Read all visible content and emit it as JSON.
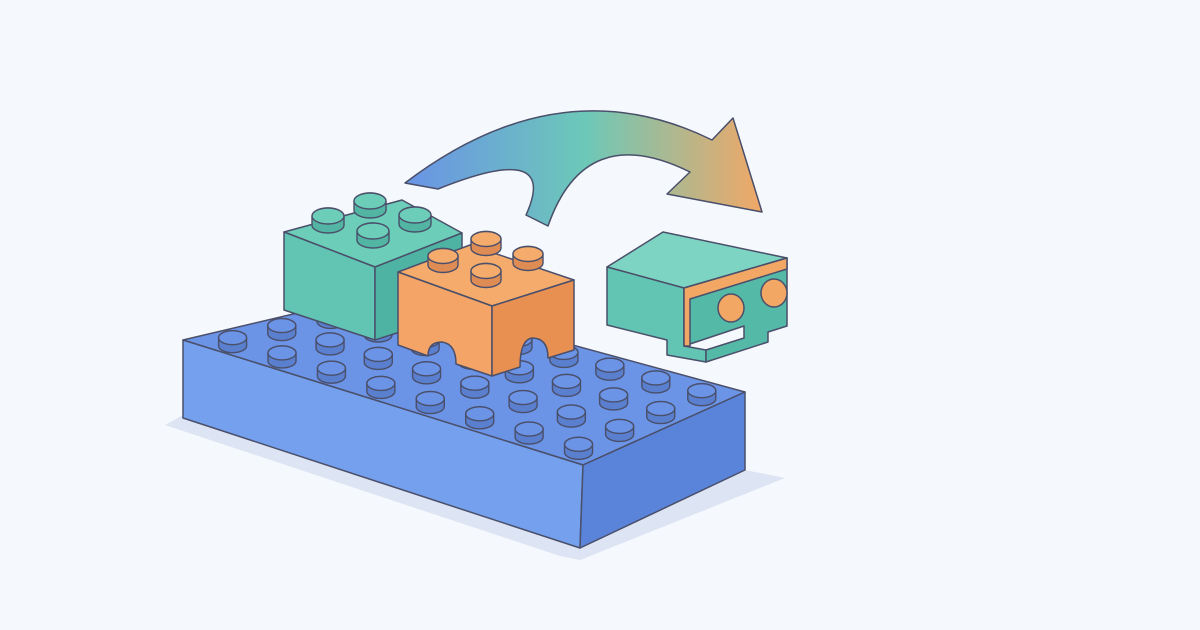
{
  "scene": {
    "background": "#f5f8fc",
    "outline": "#4a4f6a",
    "shadow": "#dde4f4"
  },
  "palette": {
    "blue": {
      "top": "#6b93e6",
      "front": "#74a0ee",
      "side": "#5a84da",
      "stud": "#6b93e6",
      "stud_side": "#5a7fcf"
    },
    "teal": {
      "top": "#6ccdb8",
      "front": "#62c5b4",
      "side": "#4fb3a3",
      "stud": "#6ccdb8",
      "stud_side": "#52b4a3"
    },
    "orange": {
      "top": "#f5ab6c",
      "front": "#f4a466",
      "side": "#e88f52",
      "stud": "#f5ab6c",
      "stud_side": "#de8c54"
    }
  },
  "arrow": {
    "gradient_start": "#6a93e6",
    "gradient_mid": "#6cc8b8",
    "gradient_end": "#f3a765"
  },
  "bricks": [
    {
      "name": "base-plate",
      "color": "blue",
      "studs": "4x8"
    },
    {
      "name": "teal-brick",
      "color": "teal",
      "studs": "2x2"
    },
    {
      "name": "orange-brick",
      "color": "orange",
      "studs": "2x2"
    },
    {
      "name": "teal-adapter-brick",
      "color": "teal",
      "studs": "2 side studs"
    }
  ]
}
